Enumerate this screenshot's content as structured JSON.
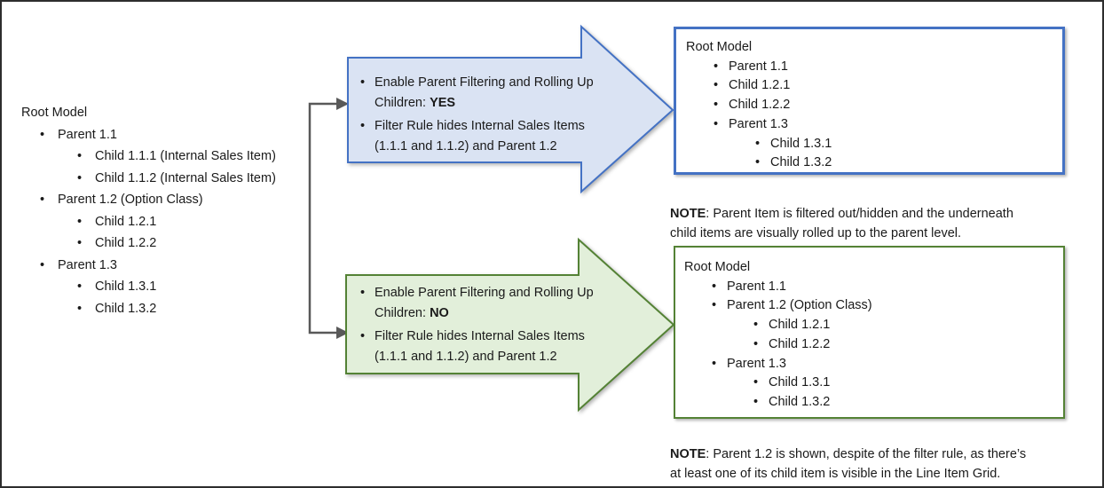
{
  "glyphs": {
    "bullet": "•"
  },
  "colors": {
    "yes_fill": "#dae3f3",
    "yes_border": "#4472c4",
    "no_fill": "#e2efda",
    "no_border": "#548235",
    "connector": "#595959",
    "text": "#1a1a1a",
    "frame_border": "#2d2d2d"
  },
  "left_tree": {
    "items": [
      {
        "level": 0,
        "text": "Root Model"
      },
      {
        "level": 1,
        "text": "Parent 1.1"
      },
      {
        "level": 2,
        "text": "Child 1.1.1 (Internal Sales Item)"
      },
      {
        "level": 2,
        "text": "Child 1.1.2 (Internal Sales Item)"
      },
      {
        "level": 1,
        "text": "Parent 1.2 (Option Class)"
      },
      {
        "level": 2,
        "text": "Child 1.2.1"
      },
      {
        "level": 2,
        "text": "Child 1.2.2"
      },
      {
        "level": 1,
        "text": "Parent 1.3"
      },
      {
        "level": 2,
        "text": "Child 1.3.1"
      },
      {
        "level": 2,
        "text": "Child 1.3.2"
      }
    ]
  },
  "yes_arrow": {
    "bullet1_line1": "Enable Parent Filtering and Rolling Up",
    "bullet1_line2": "Children: ",
    "bullet1_value": "YES",
    "bullet2_line1": "Filter Rule hides Internal Sales Items",
    "bullet2_line2": "(1.1.1 and 1.1.2) and Parent 1.2"
  },
  "no_arrow": {
    "bullet1_line1": "Enable Parent Filtering and Rolling Up",
    "bullet1_line2": "Children: ",
    "bullet1_value": "NO",
    "bullet2_line1": "Filter Rule hides Internal Sales Items",
    "bullet2_line2": "(1.1.1 and 1.1.2) and Parent 1.2"
  },
  "yes_box": {
    "items": [
      {
        "level": 0,
        "text": "Root Model"
      },
      {
        "level": 1,
        "text": "Parent 1.1"
      },
      {
        "level": 1,
        "text": "Child 1.2.1"
      },
      {
        "level": 1,
        "text": "Child 1.2.2"
      },
      {
        "level": 1,
        "text": "Parent 1.3"
      },
      {
        "level": 2,
        "text": "Child 1.3.1"
      },
      {
        "level": 2,
        "text": "Child 1.3.2"
      }
    ]
  },
  "no_box": {
    "items": [
      {
        "level": 0,
        "text": "Root Model"
      },
      {
        "level": 1,
        "text": "Parent 1.1"
      },
      {
        "level": 1,
        "text": "Parent 1.2 (Option Class)"
      },
      {
        "level": 2,
        "text": "Child 1.2.1"
      },
      {
        "level": 2,
        "text": "Child 1.2.2"
      },
      {
        "level": 1,
        "text": "Parent 1.3"
      },
      {
        "level": 2,
        "text": "Child 1.3.1"
      },
      {
        "level": 2,
        "text": "Child 1.3.2"
      }
    ]
  },
  "yes_note": {
    "label": "NOTE",
    "line1": ": Parent Item is filtered out/hidden and the underneath",
    "line2": "child items are visually rolled up to the parent level."
  },
  "no_note": {
    "label": "NOTE",
    "line1": ": Parent 1.2 is shown, despite of the filter rule, as there’s",
    "line2": "at least one of its child item is visible in the Line Item Grid."
  }
}
